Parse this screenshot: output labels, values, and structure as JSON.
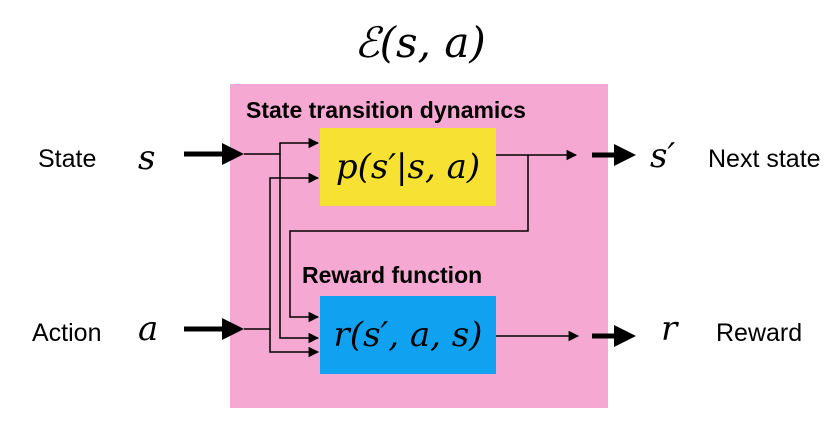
{
  "environment": {
    "title_symbol": "ℰ",
    "title_args": "(s, a)"
  },
  "blocks": {
    "dynamics": {
      "heading": "State transition dynamics",
      "formula": "p(s′|s, a)",
      "color": "#f7e234"
    },
    "reward": {
      "heading": "Reward function",
      "formula": "r(s′, a, s)",
      "color": "#10a2f0"
    },
    "env_color": "#f5a9d2"
  },
  "inputs": [
    {
      "label": "State",
      "symbol": "s"
    },
    {
      "label": "Action",
      "symbol": "a"
    }
  ],
  "outputs": [
    {
      "label": "Next state",
      "symbol": "s′"
    },
    {
      "label": "Reward",
      "symbol": "r"
    }
  ]
}
